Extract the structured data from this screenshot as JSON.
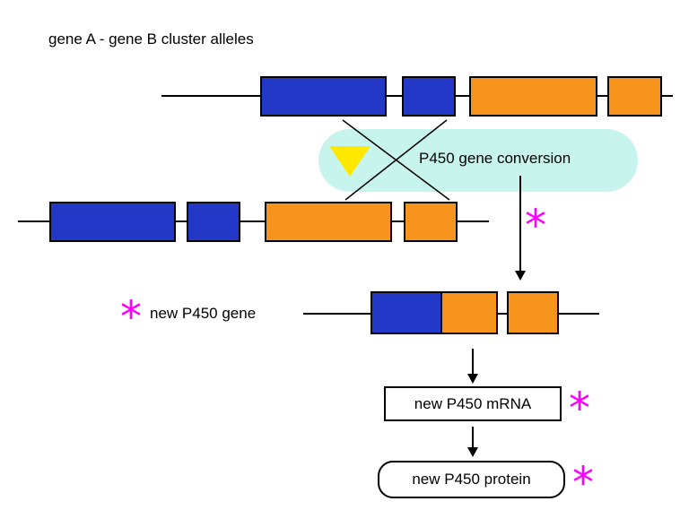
{
  "title": "gene A - gene B cluster alleles",
  "pill": {
    "label": "P450 gene conversion"
  },
  "new_gene": {
    "label": "new P450 gene"
  },
  "mrna_box": {
    "label": "new P450 mRNA"
  },
  "protein_box": {
    "label": "new P450 protein"
  },
  "asterisk": "*",
  "colors": {
    "gene_blue": "#2438c8",
    "gene_orange": "#f7941e",
    "conversion_highlight_cyan": "#c8f4ee",
    "recombination_triangle_yellow": "#ffe800",
    "asterisk_magenta": "#ff00ff",
    "line_black": "#000000"
  },
  "structure": {
    "top_allele_segments": [
      "blue-large",
      "blue-small",
      "orange-large",
      "orange-small"
    ],
    "bottom_allele_segments": [
      "blue-large",
      "blue-small",
      "orange-large",
      "orange-small"
    ],
    "new_gene_segments": [
      "blue-orange-fused",
      "orange-small"
    ]
  }
}
